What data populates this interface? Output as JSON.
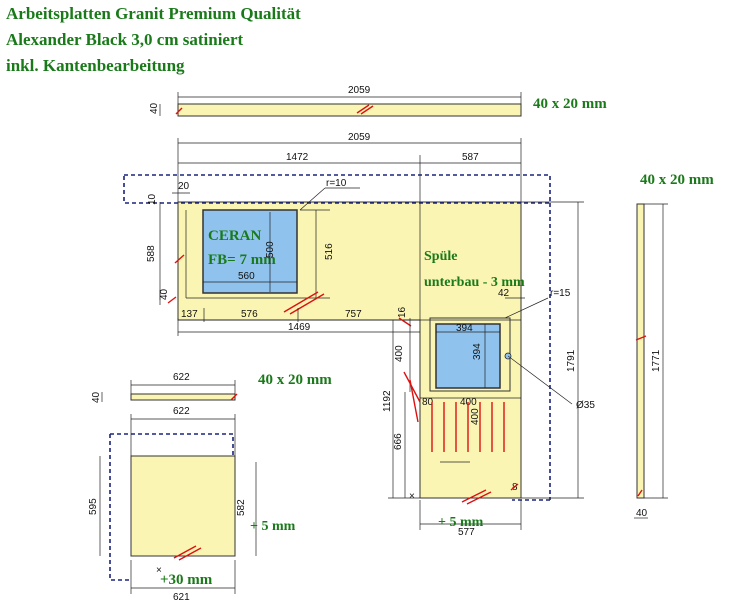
{
  "header": {
    "line1": "Arbeitsplatten Granit Premium Qualität",
    "line2": "Alexander Black 3,0 cm satiniert",
    "line3": "inkl. Kantenbearbeitung"
  },
  "notes": {
    "strip_top": "40 x 20 mm",
    "strip_right": "40 x 20 mm",
    "strip_small": "40 x 20 mm",
    "ceran_title": "CERAN",
    "ceran_fb": "FB= 7 mm",
    "spuele_title": "Spüle",
    "spuele_sub": "unterbau - 3 mm",
    "small_plus5": "+ 5  mm",
    "sink_plus5": "+ 5  mm",
    "small_plus30": "+30 mm"
  },
  "dimensions": {
    "top_strip_len": "2059",
    "top_strip_h": "40",
    "main_len": "2059",
    "left_part": "1472",
    "right_part": "587",
    "d20": "20",
    "d10": "10",
    "r10": "r=10",
    "d588": "588",
    "d40a": "40",
    "ceran_w": "560",
    "ceran_h": "500",
    "d516": "516",
    "d137": "137",
    "d576": "576",
    "d757": "757",
    "d1469": "1469",
    "d42": "42",
    "r15": "r=15",
    "d16": "16",
    "sink_w": "394",
    "sink_h": "394",
    "d400v": "400",
    "d400h": "400",
    "d1192": "1192",
    "d666": "666",
    "d1791": "1791",
    "d35": "Ø35",
    "d80": "80",
    "d400small": "400",
    "d8": "8",
    "d577": "577",
    "right_strip_len": "1771",
    "right_strip_w": "40",
    "small_strip_len": "622",
    "small_strip_h": "40",
    "small_w": "622",
    "small_h": "595",
    "small_inner_h": "582",
    "small_bottom": "621"
  },
  "colors": {
    "slab": "#fbf5b4",
    "cutout": "#8fc3ee",
    "dashed_outline": "#1a237e",
    "marker": "#dd1111",
    "note_text": "#1a7a1a"
  }
}
